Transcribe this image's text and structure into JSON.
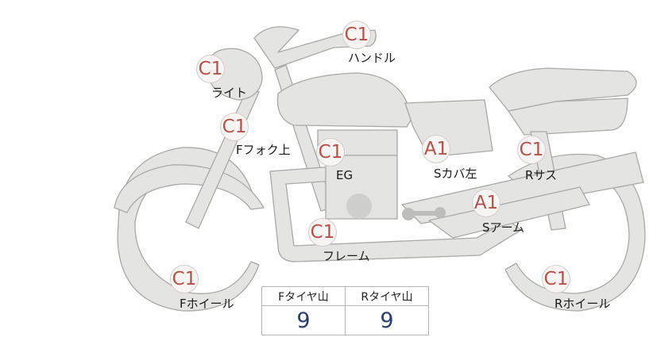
{
  "parts": [
    {
      "id": "handle",
      "grade": "C1",
      "label": "ハンドル"
    },
    {
      "id": "light",
      "grade": "C1",
      "label": "ライト"
    },
    {
      "id": "ffork",
      "grade": "C1",
      "label": "Fフォク上"
    },
    {
      "id": "eg",
      "grade": "C1",
      "label": "EG"
    },
    {
      "id": "scover",
      "grade": "A1",
      "label": "Sカバ左"
    },
    {
      "id": "rsus",
      "grade": "C1",
      "label": "Rサス"
    },
    {
      "id": "sarm",
      "grade": "A1",
      "label": "Sアーム"
    },
    {
      "id": "frame",
      "grade": "C1",
      "label": "フレーム"
    },
    {
      "id": "fwheel",
      "grade": "C1",
      "label": "Fホイール"
    },
    {
      "id": "rwheel",
      "grade": "C1",
      "label": "Rホイール"
    }
  ],
  "tire_table": {
    "headers": [
      "Fタイヤ山",
      "Rタイヤ山"
    ],
    "values": [
      "9",
      "9"
    ]
  },
  "colors": {
    "grade_text": "#b5524a",
    "bike_fill": "#e4e4e2",
    "bike_stroke": "#b0b0ae",
    "value_text": "#2b3f6b"
  }
}
